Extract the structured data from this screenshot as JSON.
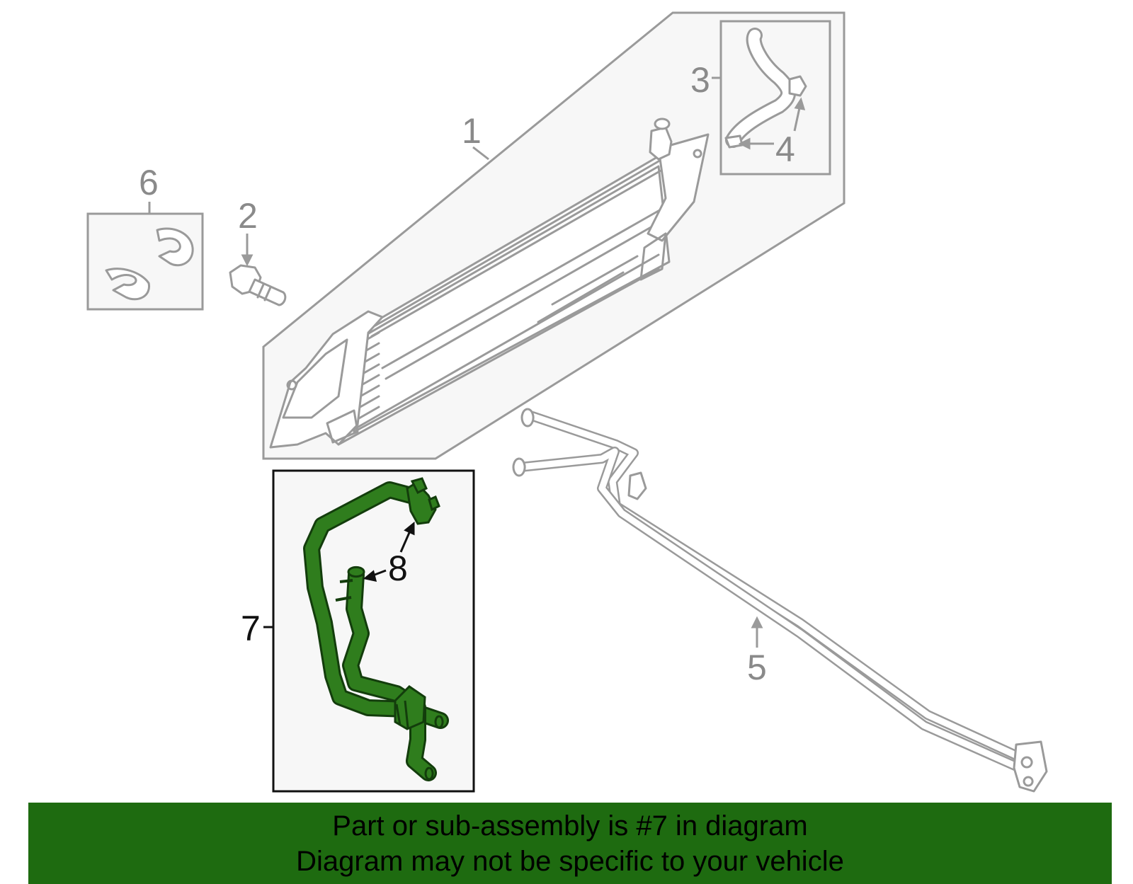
{
  "callouts": {
    "c1": "1",
    "c2": "2",
    "c3": "3",
    "c4": "4",
    "c5": "5",
    "c6": "6",
    "c7": "7",
    "c8": "8"
  },
  "banner": {
    "line1": "Part or sub-assembly is #7 in diagram",
    "line2": "Diagram may not be specific to your vehicle"
  },
  "colors": {
    "highlight_part": "#2f7d1d",
    "banner_bg": "#1e6b10",
    "outline_grey": "#9a9a9a",
    "panel_bg": "#f7f7f7"
  }
}
